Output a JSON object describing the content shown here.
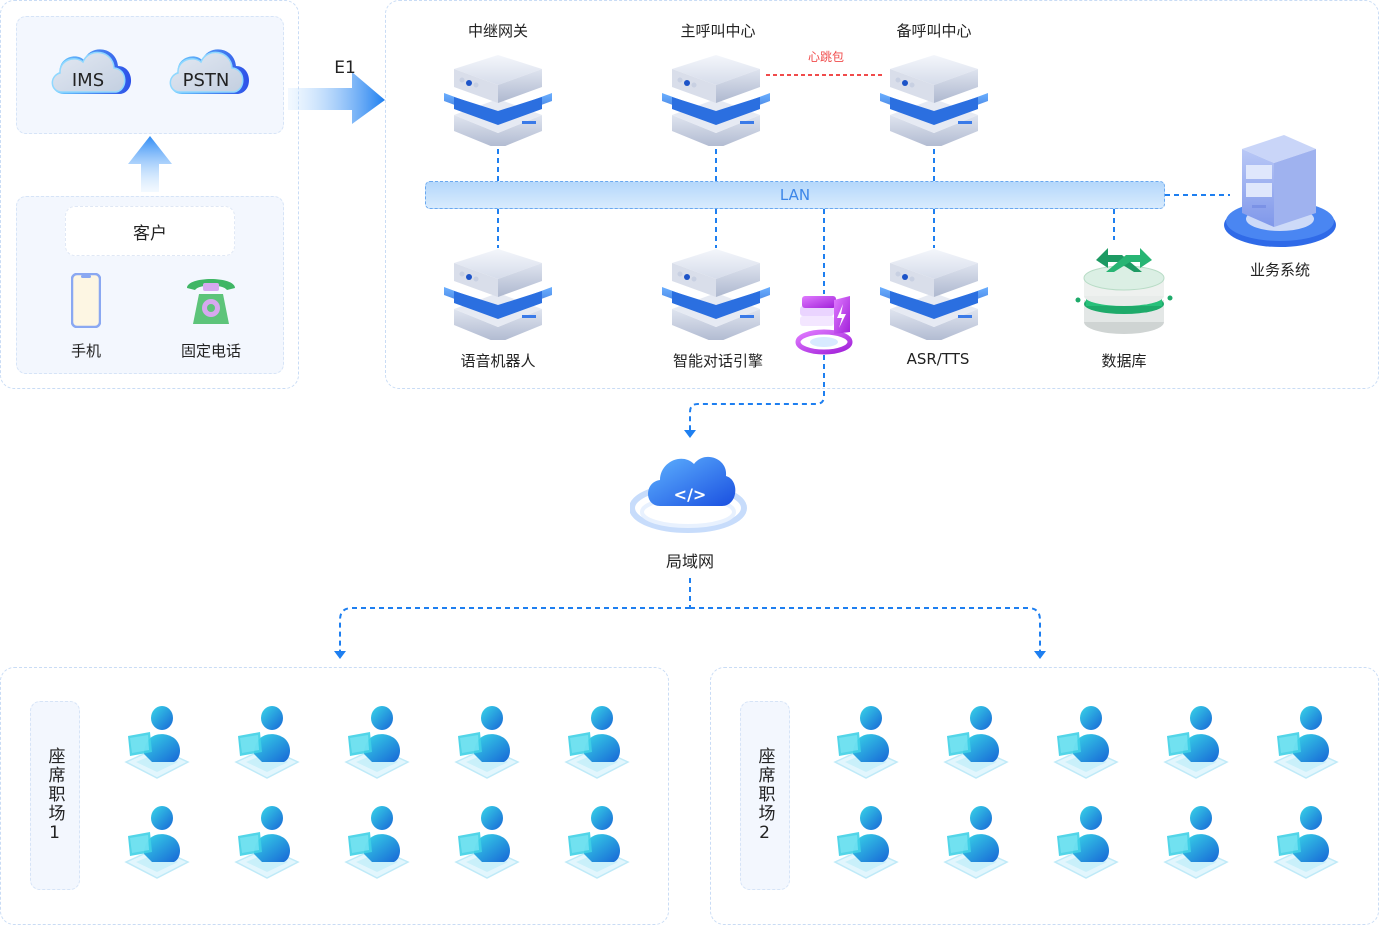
{
  "diagram": {
    "customer_panel": {
      "networks": [
        {
          "label": "IMS",
          "icon": "cloud-icon"
        },
        {
          "label": "PSTN",
          "icon": "cloud-icon"
        }
      ],
      "customer_label": "客户",
      "devices": [
        {
          "label": "手机",
          "icon": "mobile-phone-icon"
        },
        {
          "label": "固定电话",
          "icon": "landline-phone-icon"
        }
      ]
    },
    "link_label": "E1",
    "core": {
      "top_nodes": [
        {
          "label": "中继网关",
          "icon": "server-icon"
        },
        {
          "label": "主呼叫中心",
          "icon": "server-icon"
        },
        {
          "label": "备呼叫中心",
          "icon": "server-icon"
        }
      ],
      "heartbeat_label": "心跳包",
      "heartbeat_color": "#f04b4b",
      "lan_label": "LAN",
      "bottom_nodes": [
        {
          "label": "语音机器人",
          "icon": "server-icon"
        },
        {
          "label": "智能对话引擎",
          "icon": "server-icon"
        },
        {
          "label": "ASR/TTS",
          "icon": "server-icon"
        },
        {
          "label": "数据库",
          "icon": "database-switch-icon"
        }
      ],
      "gateway_icon": "lightning-gateway-icon",
      "business_system": {
        "label": "业务系统",
        "icon": "business-server-icon"
      }
    },
    "local_network": {
      "label": "局域网",
      "icon": "code-cloud-icon"
    },
    "seat_areas": [
      {
        "label": "座席职场1",
        "agent_count": 10
      },
      {
        "label": "座席职场2",
        "agent_count": 10
      }
    ],
    "colors": {
      "connector": "#1e7ff0",
      "panel_border": "#c9dcf5",
      "panel_fill": "#f3f7fe",
      "lan_fill": "#bcdcfb",
      "lan_text": "#3d86e8"
    }
  }
}
